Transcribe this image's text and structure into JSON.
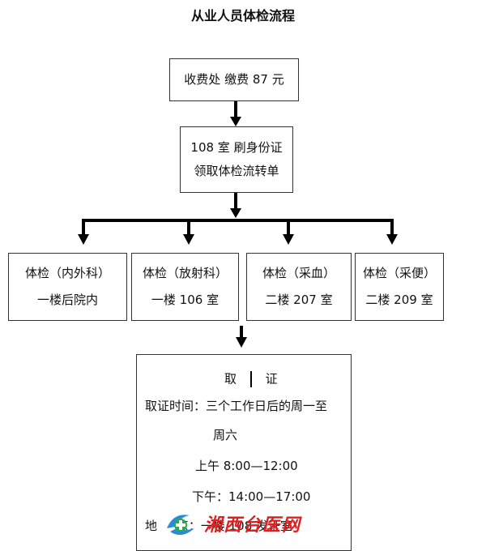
{
  "title": "从业人员体检流程",
  "step1": {
    "line1": "收费处 缴费 87 元"
  },
  "step2": {
    "line1": "108 室 刷身份证",
    "line2": "领取体检流转单"
  },
  "exams": [
    {
      "line1": "体检（内外科）",
      "line2": "一楼后院内"
    },
    {
      "line1": "体检（放射科）",
      "line2": "一楼 106 室"
    },
    {
      "line1": "体检（采血）",
      "line2": "二楼 207 室"
    },
    {
      "line1": "体检（采便）",
      "line2": "二楼 209 室"
    }
  ],
  "final": {
    "heading_left": "取",
    "heading_right": "证",
    "time_label": "取证时间：三个工作日后的周一至",
    "time_cont": "周六",
    "morning": "上午 8:00—12:00",
    "afternoon": "下午：14:00—17:00",
    "location": "地     点：一楼 108 发证室"
  },
  "watermark_text": "湘西台医网",
  "colors": {
    "line": "#000000",
    "border": "#333333",
    "watermark": "#e21f1f"
  }
}
